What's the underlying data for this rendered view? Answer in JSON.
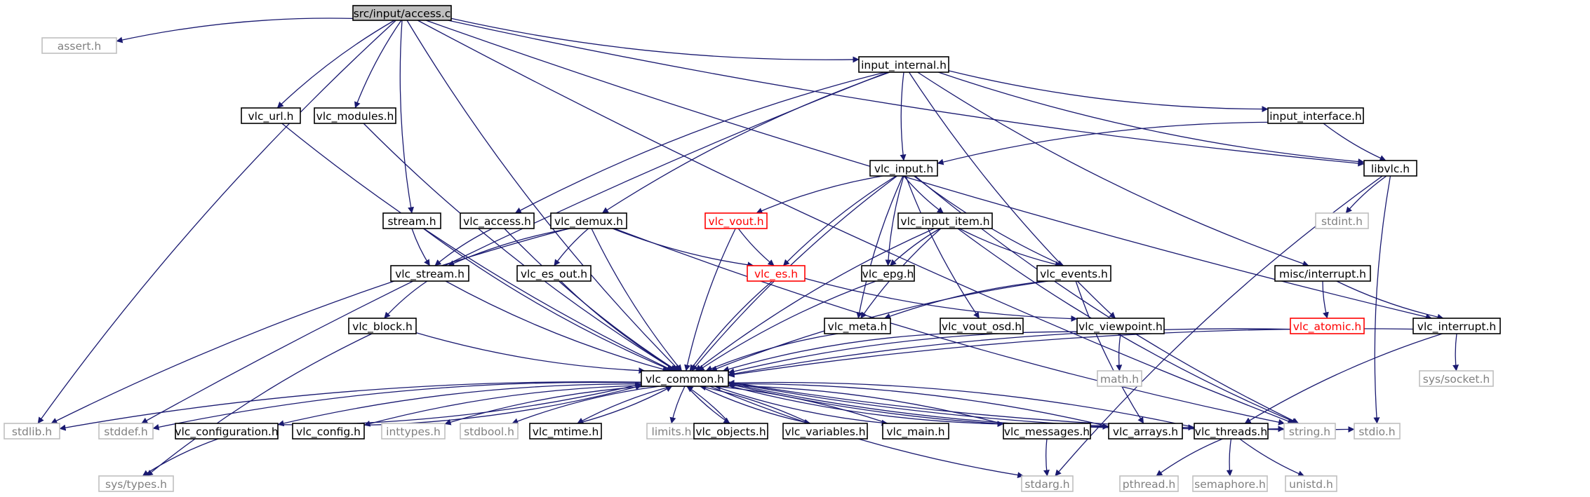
{
  "colors": {
    "edge": "#191970",
    "root_fill": "#bfbfbf",
    "box": "#000000",
    "external_box": "#bfbfbf",
    "external_text": "#808080",
    "truncated_box": "#ff0000",
    "truncated_text": "#ff0000",
    "text": "#000000"
  },
  "nodes": [
    {
      "id": "access_c",
      "label": "src/input/access.c",
      "kind": "root"
    },
    {
      "id": "assert_h",
      "label": "assert.h",
      "kind": "external"
    },
    {
      "id": "input_internal_h",
      "label": "input_internal.h",
      "kind": "normal"
    },
    {
      "id": "vlc_url_h",
      "label": "vlc_url.h",
      "kind": "normal"
    },
    {
      "id": "vlc_modules_h",
      "label": "vlc_modules.h",
      "kind": "normal"
    },
    {
      "id": "input_interface_h",
      "label": "input_interface.h",
      "kind": "normal"
    },
    {
      "id": "libvlc_h",
      "label": "libvlc.h",
      "kind": "normal"
    },
    {
      "id": "vlc_input_h",
      "label": "vlc_input.h",
      "kind": "normal"
    },
    {
      "id": "stdint_h",
      "label": "stdint.h",
      "kind": "external"
    },
    {
      "id": "stream_h",
      "label": "stream.h",
      "kind": "normal"
    },
    {
      "id": "vlc_access_h",
      "label": "vlc_access.h",
      "kind": "normal"
    },
    {
      "id": "vlc_demux_h",
      "label": "vlc_demux.h",
      "kind": "normal"
    },
    {
      "id": "vlc_vout_h",
      "label": "vlc_vout.h",
      "kind": "truncated"
    },
    {
      "id": "vlc_input_item_h",
      "label": "vlc_input_item.h",
      "kind": "normal"
    },
    {
      "id": "vlc_stream_h",
      "label": "vlc_stream.h",
      "kind": "normal"
    },
    {
      "id": "vlc_es_out_h",
      "label": "vlc_es_out.h",
      "kind": "normal"
    },
    {
      "id": "vlc_es_h",
      "label": "vlc_es.h",
      "kind": "truncated"
    },
    {
      "id": "vlc_epg_h",
      "label": "vlc_epg.h",
      "kind": "normal"
    },
    {
      "id": "vlc_events_h",
      "label": "vlc_events.h",
      "kind": "normal"
    },
    {
      "id": "misc_interrupt_h",
      "label": "misc/interrupt.h",
      "kind": "normal"
    },
    {
      "id": "vlc_block_h",
      "label": "vlc_block.h",
      "kind": "normal"
    },
    {
      "id": "vlc_meta_h",
      "label": "vlc_meta.h",
      "kind": "normal"
    },
    {
      "id": "vlc_vout_osd_h",
      "label": "vlc_vout_osd.h",
      "kind": "normal"
    },
    {
      "id": "vlc_viewpoint_h",
      "label": "vlc_viewpoint.h",
      "kind": "normal"
    },
    {
      "id": "vlc_atomic_h",
      "label": "vlc_atomic.h",
      "kind": "truncated"
    },
    {
      "id": "vlc_interrupt_h",
      "label": "vlc_interrupt.h",
      "kind": "normal"
    },
    {
      "id": "vlc_common_h",
      "label": "vlc_common.h",
      "kind": "normal"
    },
    {
      "id": "math_h",
      "label": "math.h",
      "kind": "external"
    },
    {
      "id": "sys_socket_h",
      "label": "sys/socket.h",
      "kind": "external"
    },
    {
      "id": "stdlib_h",
      "label": "stdlib.h",
      "kind": "external"
    },
    {
      "id": "stddef_h",
      "label": "stddef.h",
      "kind": "external"
    },
    {
      "id": "vlc_configuration_h",
      "label": "vlc_configuration.h",
      "kind": "normal"
    },
    {
      "id": "vlc_config_h",
      "label": "vlc_config.h",
      "kind": "normal"
    },
    {
      "id": "inttypes_h",
      "label": "inttypes.h",
      "kind": "external"
    },
    {
      "id": "stdbool_h",
      "label": "stdbool.h",
      "kind": "external"
    },
    {
      "id": "vlc_mtime_h",
      "label": "vlc_mtime.h",
      "kind": "normal"
    },
    {
      "id": "limits_h",
      "label": "limits.h",
      "kind": "external"
    },
    {
      "id": "vlc_objects_h",
      "label": "vlc_objects.h",
      "kind": "normal"
    },
    {
      "id": "vlc_variables_h",
      "label": "vlc_variables.h",
      "kind": "normal"
    },
    {
      "id": "vlc_main_h",
      "label": "vlc_main.h",
      "kind": "normal"
    },
    {
      "id": "vlc_messages_h",
      "label": "vlc_messages.h",
      "kind": "normal"
    },
    {
      "id": "vlc_arrays_h",
      "label": "vlc_arrays.h",
      "kind": "normal"
    },
    {
      "id": "vlc_threads_h",
      "label": "vlc_threads.h",
      "kind": "normal"
    },
    {
      "id": "string_h",
      "label": "string.h",
      "kind": "external"
    },
    {
      "id": "stdio_h",
      "label": "stdio.h",
      "kind": "external"
    },
    {
      "id": "sys_types_h",
      "label": "sys/types.h",
      "kind": "external"
    },
    {
      "id": "stdarg_h",
      "label": "stdarg.h",
      "kind": "external"
    },
    {
      "id": "pthread_h",
      "label": "pthread.h",
      "kind": "external"
    },
    {
      "id": "semaphore_h",
      "label": "semaphore.h",
      "kind": "external"
    },
    {
      "id": "unistd_h",
      "label": "unistd.h",
      "kind": "external"
    }
  ],
  "edges": [
    [
      "access_c",
      "assert_h"
    ],
    [
      "access_c",
      "input_internal_h"
    ],
    [
      "access_c",
      "vlc_url_h"
    ],
    [
      "access_c",
      "vlc_modules_h"
    ],
    [
      "access_c",
      "libvlc_h"
    ],
    [
      "access_c",
      "stream_h"
    ],
    [
      "access_c",
      "vlc_interrupt_h"
    ],
    [
      "access_c",
      "vlc_common_h"
    ],
    [
      "access_c",
      "stdlib_h"
    ],
    [
      "access_c",
      "string_h"
    ],
    [
      "input_internal_h",
      "vlc_access_h"
    ],
    [
      "input_internal_h",
      "vlc_demux_h"
    ],
    [
      "input_internal_h",
      "vlc_input_h"
    ],
    [
      "input_internal_h",
      "input_interface_h"
    ],
    [
      "input_internal_h",
      "libvlc_h"
    ],
    [
      "input_internal_h",
      "misc_interrupt_h"
    ],
    [
      "input_internal_h",
      "vlc_viewpoint_h"
    ],
    [
      "input_internal_h",
      "stddef_h"
    ],
    [
      "vlc_url_h",
      "vlc_common_h"
    ],
    [
      "vlc_modules_h",
      "vlc_common_h"
    ],
    [
      "input_interface_h",
      "vlc_input_h"
    ],
    [
      "input_interface_h",
      "libvlc_h"
    ],
    [
      "libvlc_h",
      "stdint_h"
    ],
    [
      "libvlc_h",
      "stdarg_h"
    ],
    [
      "libvlc_h",
      "stdio_h"
    ],
    [
      "vlc_input_h",
      "vlc_common_h"
    ],
    [
      "vlc_input_h",
      "vlc_vout_h"
    ],
    [
      "vlc_input_h",
      "vlc_es_h"
    ],
    [
      "vlc_input_h",
      "vlc_input_item_h"
    ],
    [
      "vlc_input_h",
      "vlc_epg_h"
    ],
    [
      "vlc_input_h",
      "vlc_events_h"
    ],
    [
      "vlc_input_h",
      "vlc_meta_h"
    ],
    [
      "vlc_input_h",
      "vlc_vout_osd_h"
    ],
    [
      "vlc_input_h",
      "string_h"
    ],
    [
      "stream_h",
      "vlc_stream_h"
    ],
    [
      "stream_h",
      "vlc_common_h"
    ],
    [
      "vlc_access_h",
      "vlc_stream_h"
    ],
    [
      "vlc_access_h",
      "vlc_common_h"
    ],
    [
      "vlc_demux_h",
      "vlc_stream_h"
    ],
    [
      "vlc_demux_h",
      "vlc_es_out_h"
    ],
    [
      "vlc_demux_h",
      "vlc_es_h"
    ],
    [
      "vlc_demux_h",
      "vlc_common_h"
    ],
    [
      "vlc_demux_h",
      "stdlib_h"
    ],
    [
      "vlc_demux_h",
      "string_h"
    ],
    [
      "vlc_vout_h",
      "vlc_es_h"
    ],
    [
      "vlc_vout_h",
      "vlc_common_h"
    ],
    [
      "vlc_input_item_h",
      "vlc_epg_h"
    ],
    [
      "vlc_input_item_h",
      "vlc_events_h"
    ],
    [
      "vlc_input_item_h",
      "vlc_meta_h"
    ],
    [
      "vlc_input_item_h",
      "vlc_common_h"
    ],
    [
      "vlc_input_item_h",
      "string_h"
    ],
    [
      "vlc_stream_h",
      "vlc_block_h"
    ],
    [
      "vlc_stream_h",
      "vlc_common_h"
    ],
    [
      "vlc_es_out_h",
      "vlc_common_h"
    ],
    [
      "vlc_es_h",
      "vlc_viewpoint_h"
    ],
    [
      "vlc_es_h",
      "vlc_common_h"
    ],
    [
      "vlc_epg_h",
      "vlc_common_h"
    ],
    [
      "vlc_events_h",
      "vlc_meta_h"
    ],
    [
      "vlc_events_h",
      "vlc_common_h"
    ],
    [
      "vlc_events_h",
      "vlc_arrays_h"
    ],
    [
      "misc_interrupt_h",
      "vlc_atomic_h"
    ],
    [
      "misc_interrupt_h",
      "vlc_interrupt_h"
    ],
    [
      "vlc_block_h",
      "vlc_common_h"
    ],
    [
      "vlc_block_h",
      "sys_types_h"
    ],
    [
      "vlc_meta_h",
      "vlc_common_h"
    ],
    [
      "vlc_vout_osd_h",
      "vlc_common_h"
    ],
    [
      "vlc_viewpoint_h",
      "vlc_common_h"
    ],
    [
      "vlc_viewpoint_h",
      "math_h"
    ],
    [
      "vlc_atomic_h",
      "vlc_common_h"
    ],
    [
      "vlc_interrupt_h",
      "vlc_common_h"
    ],
    [
      "vlc_interrupt_h",
      "sys_socket_h"
    ],
    [
      "vlc_interrupt_h",
      "vlc_threads_h"
    ],
    [
      "vlc_common_h",
      "stdlib_h"
    ],
    [
      "vlc_common_h",
      "stddef_h"
    ],
    [
      "vlc_common_h",
      "vlc_configuration_h"
    ],
    [
      "vlc_common_h",
      "vlc_config_h"
    ],
    [
      "vlc_common_h",
      "inttypes_h"
    ],
    [
      "vlc_common_h",
      "stdbool_h"
    ],
    [
      "vlc_common_h",
      "vlc_mtime_h"
    ],
    [
      "vlc_common_h",
      "limits_h"
    ],
    [
      "vlc_common_h",
      "vlc_objects_h"
    ],
    [
      "vlc_common_h",
      "vlc_variables_h"
    ],
    [
      "vlc_common_h",
      "vlc_main_h"
    ],
    [
      "vlc_common_h",
      "vlc_messages_h"
    ],
    [
      "vlc_common_h",
      "vlc_arrays_h"
    ],
    [
      "vlc_common_h",
      "vlc_threads_h"
    ],
    [
      "vlc_common_h",
      "string_h"
    ],
    [
      "vlc_common_h",
      "stdio_h"
    ],
    [
      "vlc_common_h",
      "stdarg_h"
    ],
    [
      "vlc_configuration_h",
      "vlc_common_h"
    ],
    [
      "vlc_configuration_h",
      "sys_types_h"
    ],
    [
      "vlc_config_h",
      "vlc_common_h"
    ],
    [
      "vlc_mtime_h",
      "vlc_common_h"
    ],
    [
      "vlc_objects_h",
      "vlc_common_h"
    ],
    [
      "vlc_variables_h",
      "vlc_common_h"
    ],
    [
      "vlc_main_h",
      "vlc_common_h"
    ],
    [
      "vlc_messages_h",
      "vlc_common_h"
    ],
    [
      "vlc_messages_h",
      "stdarg_h"
    ],
    [
      "vlc_arrays_h",
      "vlc_common_h"
    ],
    [
      "vlc_threads_h",
      "vlc_common_h"
    ],
    [
      "vlc_threads_h",
      "pthread_h"
    ],
    [
      "vlc_threads_h",
      "semaphore_h"
    ],
    [
      "vlc_threads_h",
      "unistd_h"
    ]
  ]
}
